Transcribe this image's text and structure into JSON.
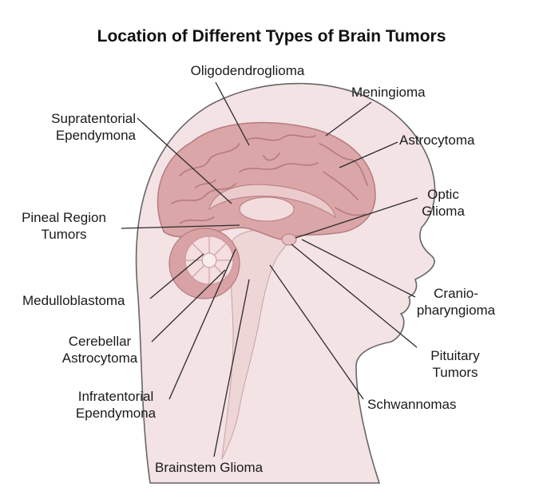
{
  "title": "Location of Different Types of Brain Tumors",
  "labels": {
    "oligodendroglioma": "Oligodendroglioma",
    "meningioma": "Meningioma",
    "astrocytoma": "Astrocytoma",
    "optic_glioma": "Optic\nGlioma",
    "supratentorial_ependymona": "Supratentorial\nEpendymona",
    "pineal_region_tumors": "Pineal Region\nTumors",
    "medulloblastoma": "Medulloblastoma",
    "cerebellar_astrocytoma": "Cerebellar\nAstrocytoma",
    "infratentorial_ependymona": "Infratentorial\nEpendymona",
    "brainstem_glioma": "Brainstem Glioma",
    "craniopharyngioma": "Cranio-\npharyngioma",
    "pituitary_tumors": "Pituitary\nTumors",
    "schwannomas": "Schwannomas"
  },
  "colors": {
    "head_fill": "#f3e3e5",
    "head_outline": "#666666",
    "brain_fill": "#dba6a8",
    "brain_dark": "#b57b7f",
    "cerebellum_fill": "#f2d7d8",
    "brainstem_fill": "#eed5d6",
    "leader_line": "#2b2b2b"
  }
}
